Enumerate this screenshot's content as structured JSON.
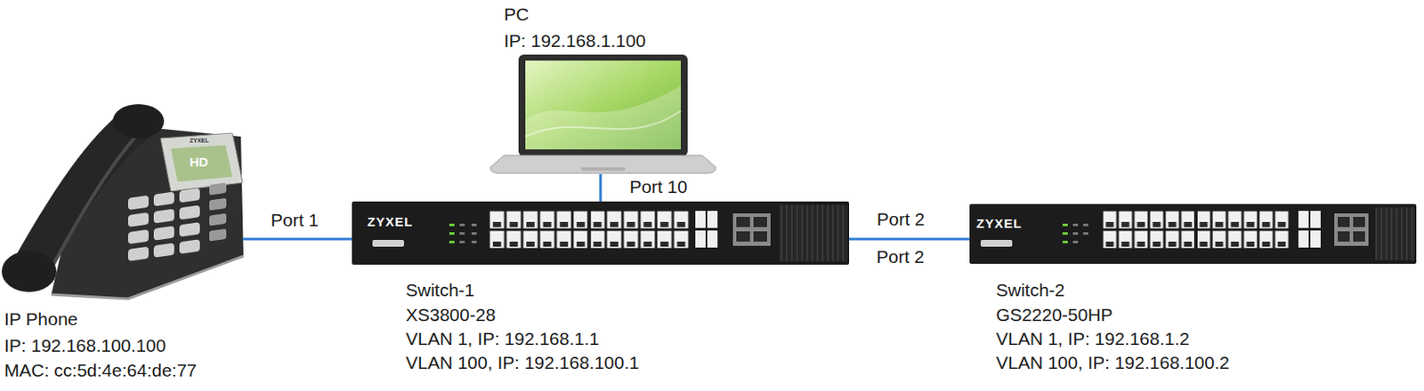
{
  "diagram": {
    "nodes": [
      {
        "text": [
          "PC",
          "IP: 192.168.1.100"
        ]
      },
      {
        "text": [
          "IP Phone",
          "IP: 192.168.100.100",
          "MAC: cc:5d:4e:64:de:77"
        ]
      },
      {
        "text": [
          "Switch-1",
          "XS3800-28",
          "VLAN 1, IP: 192.168.1.1",
          "VLAN 100, IP: 192.168.100.1"
        ]
      },
      {
        "text": [
          "Switch-2",
          "GS2220-50HP",
          "VLAN 1, IP: 192.168.1.2",
          "VLAN 100, IP: 192.168.100.2"
        ]
      }
    ],
    "edges": [
      {
        "from": 1,
        "to": 2,
        "arrow": "none",
        "label": "Port 1"
      },
      {
        "from": 0,
        "to": 2,
        "arrow": "none",
        "label": "Port 10"
      },
      {
        "from": 2,
        "to": 3,
        "arrow": "none",
        "label": "Port 2"
      }
    ],
    "labels": [
      "ZYXEL",
      "HD",
      "ZYXEL",
      "ZYXEL",
      "Port 2"
    ]
  }
}
